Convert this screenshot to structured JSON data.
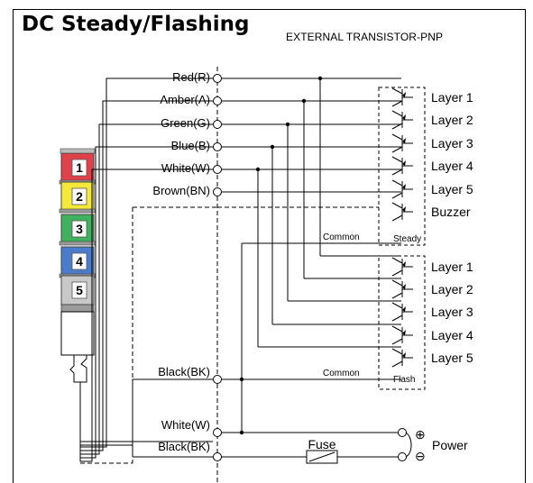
{
  "title": "DC Steady/Flashing",
  "subtitle": "EXTERNAL TRANSISTOR-PNP",
  "tower": {
    "segments": [
      {
        "label": "1",
        "color": "#e0414b"
      },
      {
        "label": "2",
        "color": "#f5e83a"
      },
      {
        "label": "3",
        "color": "#3fb15f"
      },
      {
        "label": "4",
        "color": "#4a7ccc"
      },
      {
        "label": "5",
        "color": "#c8c8c8"
      }
    ]
  },
  "wires": [
    {
      "label": "Red(R)"
    },
    {
      "label": "Amber(A)"
    },
    {
      "label": "Green(G)"
    },
    {
      "label": "Blue(B)"
    },
    {
      "label": "White(W)"
    },
    {
      "label": "Brown(BN)"
    },
    {
      "label": "Black(BK)"
    },
    {
      "label": "White(W)"
    },
    {
      "label": "Black(BK)"
    }
  ],
  "steady": {
    "layers": [
      "Layer 1",
      "Layer 2",
      "Layer 3",
      "Layer 4",
      "Layer 5",
      "Buzzer"
    ],
    "box_label": "Steady",
    "common_label": "Common"
  },
  "flash": {
    "layers": [
      "Layer 1",
      "Layer 2",
      "Layer 3",
      "Layer 4",
      "Layer 5"
    ],
    "box_label": "Flash",
    "common_label": "Common"
  },
  "fuse_label": "Fuse",
  "power": {
    "label": "Power",
    "plus": "⊕",
    "minus": "⊖"
  }
}
